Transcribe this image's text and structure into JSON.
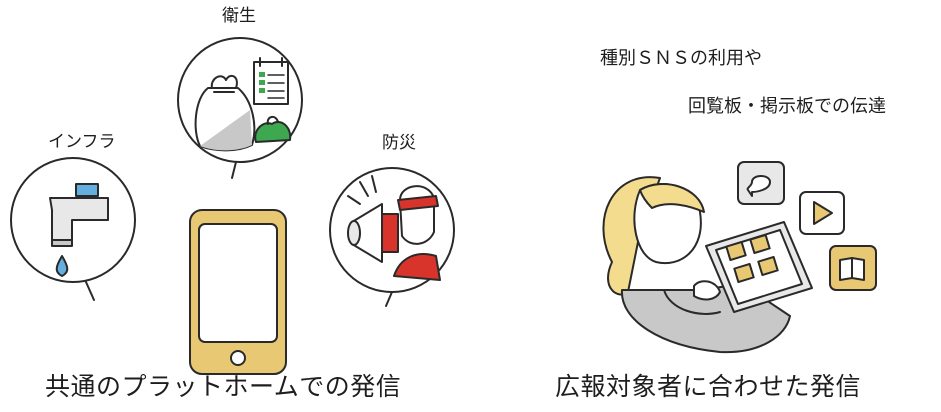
{
  "labels": {
    "hygiene": "衛生",
    "infra": "インフラ",
    "disaster": "防災",
    "sns_line1": "種別ＳＮＳの利用や",
    "sns_line2": "回覧板・掲示板での伝達",
    "caption_left": "共通のプラットホームでの発信",
    "caption_right": "広報対象者に合わせた発信"
  },
  "colors": {
    "phone_gold": "#e9c874",
    "tap_blue": "#64aee0",
    "leaf_green": "#3da84f",
    "alert_red": "#d9342b",
    "hair": "#f4dc8e",
    "line": "#2a2a2a"
  },
  "icons": [
    "garbage-bag-icon",
    "calendar-icon",
    "faucet-icon",
    "water-drop-icon",
    "megaphone-icon",
    "smartphone-icon",
    "tablet-icon",
    "chat-bubble-icon",
    "play-icon",
    "book-icon"
  ]
}
